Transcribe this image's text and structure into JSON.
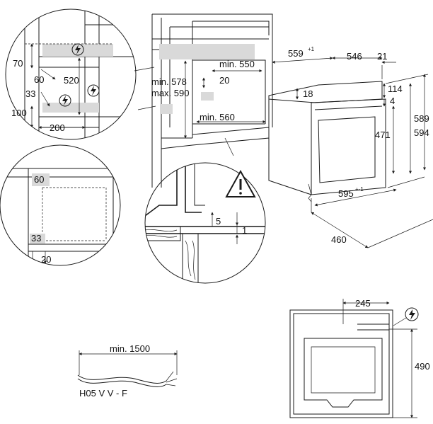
{
  "labels": {
    "tl_70": "70",
    "tl_60": "60",
    "tl_520": "520",
    "tl_33": "33",
    "tl_100": "100",
    "tl_200": "200",
    "cab_min578": "min. 578",
    "cab_max590": "max. 590",
    "cab_min550": "min. 550",
    "cab_20": "20",
    "cab_min560": "min. 560",
    "oven_559": "559",
    "oven_559_sup": "+1",
    "oven_546": "546",
    "oven_21": "21",
    "oven_18": "18",
    "oven_114": "114",
    "oven_4": "4",
    "oven_471": "471",
    "oven_589": "589",
    "oven_594": "594",
    "oven_595": "595",
    "oven_595_sup": "+-1",
    "oven_460": "460",
    "ml_60": "60",
    "ml_33": "33",
    "ml_20": "20",
    "mc_5": "5",
    "mc_1": "1",
    "cable_min1500": "min. 1500",
    "cable_type": "H05 V V - F",
    "rear_245": "245",
    "rear_490": "490"
  },
  "icons": {
    "mains_icon": "lightning-bolt-in-circle",
    "warning_icon": "warning-triangle-exclamation"
  },
  "colors": {
    "line": "#1a1a1a",
    "shade": "#d9d9d9"
  }
}
